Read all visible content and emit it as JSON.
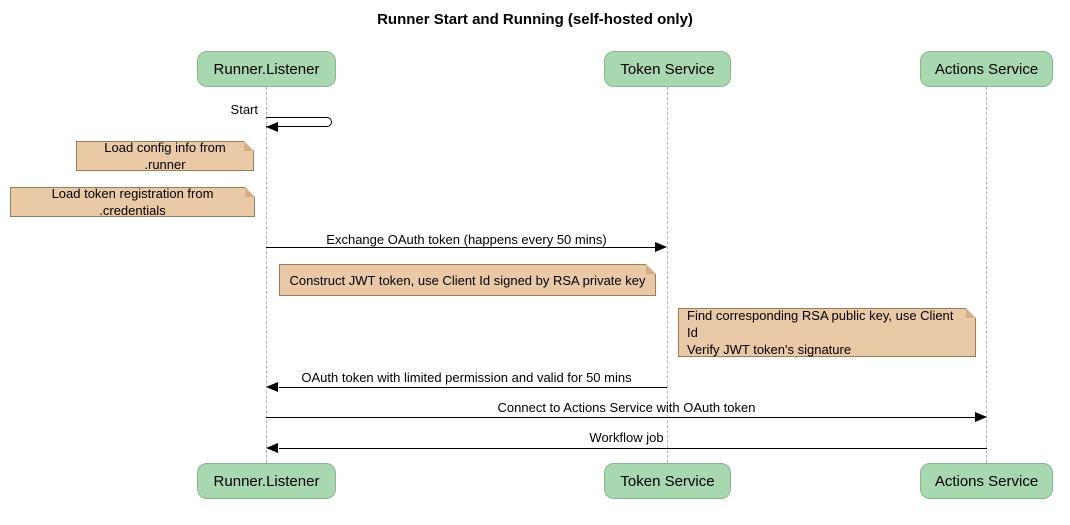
{
  "title": "Runner Start and Running (self-hosted only)",
  "actors": [
    {
      "label": "Runner.Listener"
    },
    {
      "label": "Token Service"
    },
    {
      "label": "Actions Service"
    }
  ],
  "messages": [
    {
      "label": "Start",
      "from": "Runner.Listener",
      "to": "Runner.Listener",
      "kind": "self"
    },
    {
      "label": "Exchange OAuth token (happens every 50 mins)",
      "from": "Runner.Listener",
      "to": "Token Service",
      "kind": "arrow"
    },
    {
      "label": "OAuth token with limited permission and valid for 50 mins",
      "from": "Token Service",
      "to": "Runner.Listener",
      "kind": "arrow"
    },
    {
      "label": "Connect to Actions Service with OAuth token",
      "from": "Runner.Listener",
      "to": "Actions Service",
      "kind": "arrow"
    },
    {
      "label": "Workflow job",
      "from": "Actions Service",
      "to": "Runner.Listener",
      "kind": "arrow"
    }
  ],
  "notes": [
    {
      "lines": [
        "Load config info from .runner"
      ]
    },
    {
      "lines": [
        "Load token registration from .credentials"
      ]
    },
    {
      "lines": [
        "Construct JWT token, use Client Id signed by RSA private key"
      ]
    },
    {
      "lines": [
        "Find corresponding RSA public key, use Client Id",
        "Verify JWT token's signature"
      ]
    }
  ],
  "colors": {
    "bg": "#ffffff",
    "actor_fill": "#a8d8b0",
    "actor_border": "#87b58f",
    "note_fill": "#eac9a6",
    "note_border": "#9b7b58",
    "note_fold": "#d6ae85",
    "lifeline": "#b3b3b3",
    "msg": "#000000",
    "text": "#000000"
  }
}
